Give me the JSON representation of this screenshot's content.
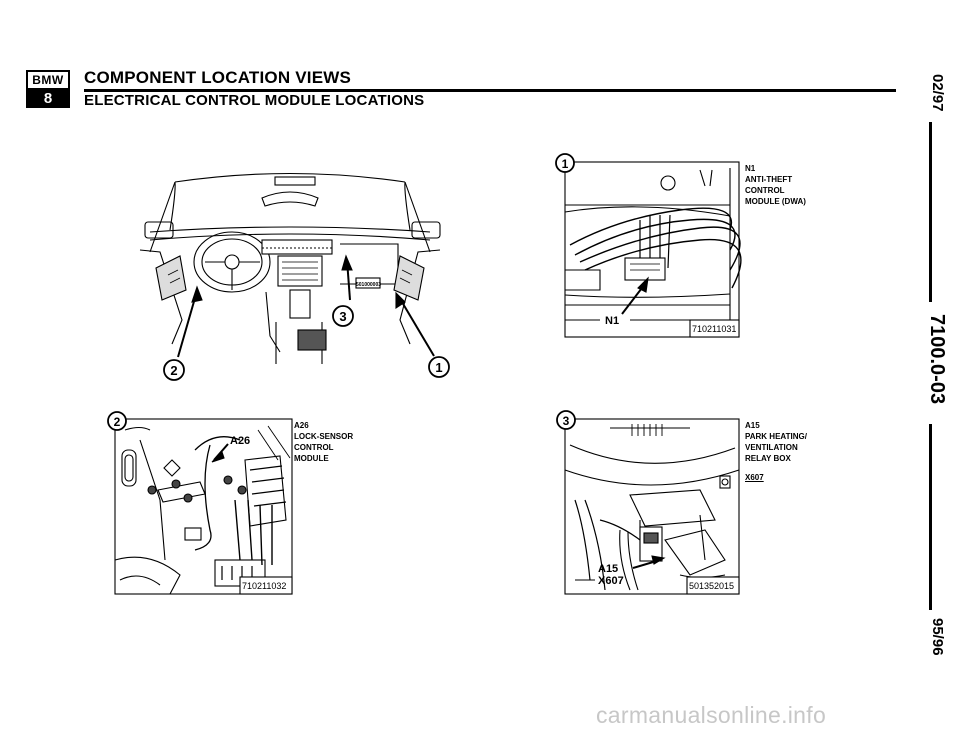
{
  "header": {
    "logo_top": "BMW",
    "logo_bottom": "8",
    "title": "COMPONENT LOCATION VIEWS",
    "subtitle": "ELECTRICAL CONTROL MODULE LOCATIONS"
  },
  "side": {
    "date_top": "02/97",
    "code": "7100.0-03",
    "date_bottom": "95/96"
  },
  "overview": {
    "label_small": "501000003",
    "callout_left": "2",
    "callout_right": "1",
    "callout_center": "3"
  },
  "panel1": {
    "callout": "1",
    "caption": [
      "N1",
      "ANTI-THEFT",
      "CONTROL",
      "MODULE (DWA)"
    ],
    "pointer_label": "N1",
    "figure_id": "710211031"
  },
  "panel2": {
    "callout": "2",
    "caption": [
      "A26",
      "LOCK-SENSOR",
      "CONTROL",
      "MODULE"
    ],
    "pointer_label": "A26",
    "figure_id": "710211032"
  },
  "panel3": {
    "callout": "3",
    "caption": [
      "A15",
      "PARK HEATING/",
      "VENTILATION",
      "RELAY BOX"
    ],
    "connector": "X607",
    "pointer_label_1": "A15",
    "pointer_label_2": "X607",
    "figure_id": "501352015"
  },
  "footer": {
    "watermark": "carmanualsonline.info"
  }
}
